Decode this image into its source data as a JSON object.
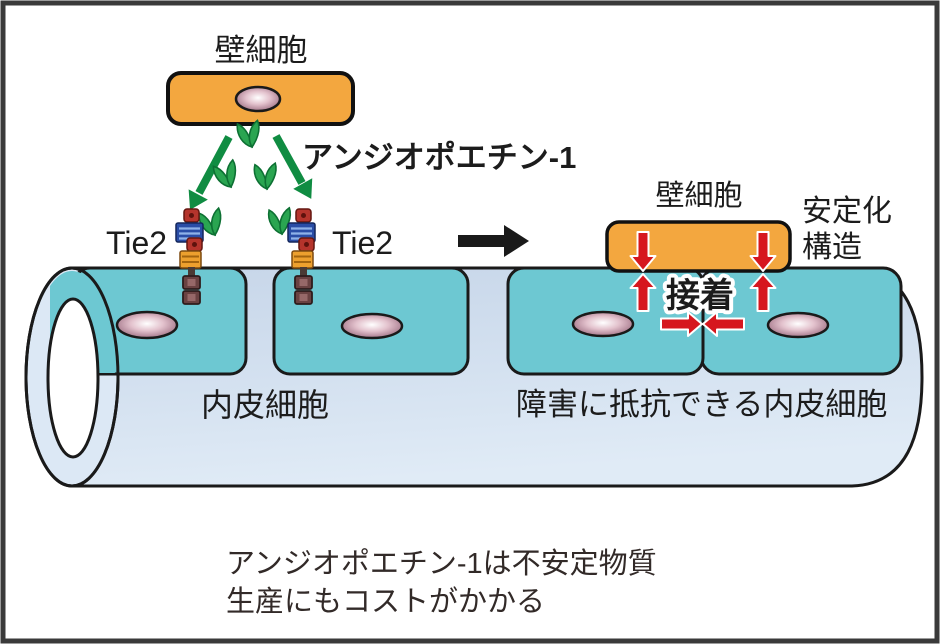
{
  "labels": {
    "mural_top": "壁細胞",
    "angiopoietin": "アンジオポエチン-1",
    "tie2_left": "Tie2",
    "tie2_right": "Tie2",
    "mural_right": "壁細胞",
    "stabilized_1": "安定化",
    "stabilized_2": "構造",
    "adhesion": "接着",
    "endothelium_left": "内皮細胞",
    "endothelium_right": "障害に抵抗できる内皮細胞",
    "caption_1": "アンジオポエチン-1は不安定物質",
    "caption_2": "生産にもコストがかかる"
  },
  "colors": {
    "frame": "#3a3a3a",
    "mural_cell_orange": "#f3a73f",
    "endothelial_teal": "#6dc8d2",
    "vessel_blue": "#cfdcee",
    "lumen_white": "#ffffff",
    "angiopoietin_green": "#108c42",
    "arrow_red": "#d6171e",
    "arrow_black": "#1a1a1a",
    "nucleus_mauve": "#a2788c",
    "text_black": "#1c1c1c",
    "caption_text": "#322a28",
    "tie2_blue": "#2a4da6",
    "tie2_red": "#b5342c",
    "tie2_orange": "#eda02e",
    "tie2_kinase_brown": "#6a4242"
  }
}
